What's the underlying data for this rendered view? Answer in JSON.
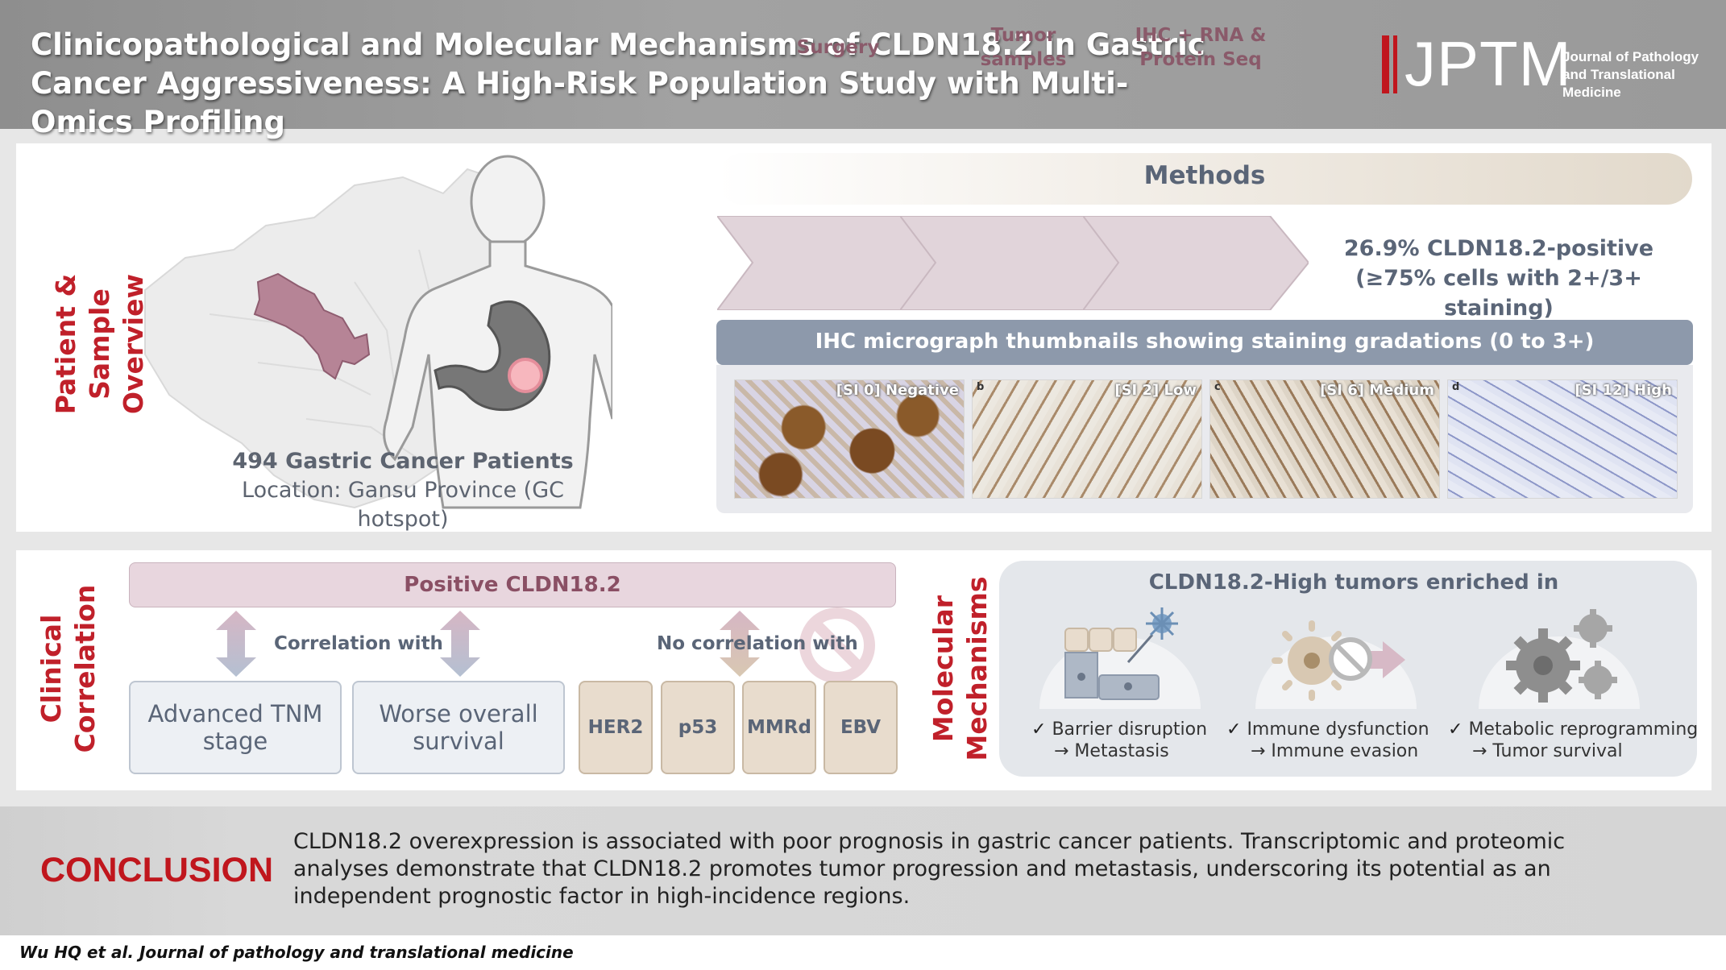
{
  "header": {
    "title": "Clinicopathological and Molecular Mechanisms of CLDN18.2 in Gastric Cancer Aggressiveness: A High-Risk Population Study with Multi-Omics Profiling",
    "logo_text": "JPTM",
    "journal_name": "Journal of Pathology and Translational Medicine"
  },
  "overview": {
    "section_label": "Patient & Sample Overview",
    "patients": "494 Gastric Cancer Patients",
    "location": "Location: Gansu Province (GC hotspot)"
  },
  "methods": {
    "title": "Methods",
    "steps": [
      "Surgery",
      "Tumor samples",
      "IHC + RNA & Protein Seq"
    ],
    "positive_line1": "26.9% CLDN18.2-positive",
    "positive_line2": "(≥75% cells with 2+/3+ staining)",
    "ihc_title": "IHC micrograph thumbnails showing staining gradations (0 to 3+)",
    "thumbnails": [
      {
        "letter": "",
        "label": "[SI 0] Negative"
      },
      {
        "letter": "b",
        "label": "[SI 2] Low"
      },
      {
        "letter": "c",
        "label": "[SI 6] Medium"
      },
      {
        "letter": "d",
        "label": "[SI 12] High"
      }
    ]
  },
  "clinical": {
    "section_label": "Clinical Correlation",
    "positive_title": "Positive CLDN18.2",
    "correlation_label": "Correlation with",
    "no_correlation_label": "No correlation with",
    "outcomes": [
      "Advanced TNM stage",
      "Worse overall survival"
    ],
    "markers": [
      "HER2",
      "p53",
      "MMRd",
      "EBV"
    ]
  },
  "molecular": {
    "section_label": "Molecular Mechanisms",
    "title": "CLDN18.2-High tumors enriched in",
    "mechanisms": [
      {
        "line1": "Barrier disruption",
        "line2": "→ Metastasis",
        "icon": "cell-barrier-icon"
      },
      {
        "line1": "Immune dysfunction",
        "line2": "→ Immune evasion",
        "icon": "immune-cell-blocked-icon"
      },
      {
        "line1": "Metabolic reprogramming",
        "line2": "→ Tumor survival",
        "icon": "gears-icon"
      }
    ]
  },
  "conclusion": {
    "title": "CONCLUSION",
    "text": "CLDN18.2 overexpression is associated with poor prognosis in gastric cancer patients. Transcriptomic and proteomic analyses demonstrate that CLDN18.2 promotes tumor progression and metastasis, underscoring its potential as an independent prognostic factor in high-incidence regions."
  },
  "citation": "Wu HQ et al. Journal of pathology and translational medicine",
  "colors": {
    "accent_red": "#c0161d",
    "slate_text": "#5a6577",
    "mauve": "#8a5a6a"
  }
}
